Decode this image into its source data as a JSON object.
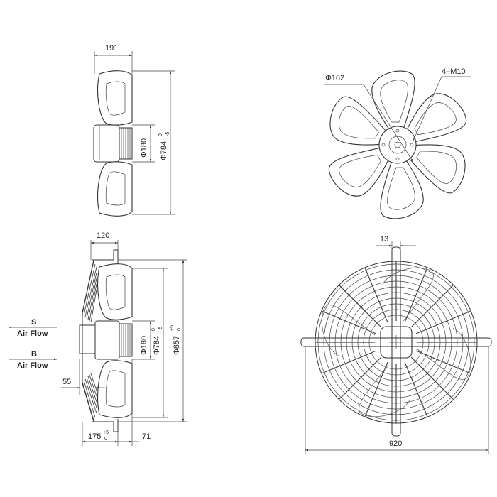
{
  "side_view_top": {
    "depth": "191",
    "hub_dia": "Φ180",
    "overall_dia": "Φ784",
    "tol_upper": "0",
    "tol_lower": "-5"
  },
  "front_view_top": {
    "hub_dia": "Φ162",
    "bolts": "4–M10"
  },
  "side_view_bottom": {
    "depth": "120",
    "hub_dia": "Φ180",
    "fan_dia": "Φ784",
    "fan_tol_upper": "0",
    "fan_tol_lower": "-5",
    "guard_dia": "Φ857",
    "guard_tol_upper": "+5",
    "guard_tol_lower": "0",
    "flange": "55",
    "mount_depth": "175",
    "mount_tol_upper": "+5",
    "mount_tol_lower": "0",
    "rear": "71"
  },
  "airflow": {
    "s_label": "S",
    "b_label": "B",
    "text": "Air Flow"
  },
  "front_view_bottom": {
    "rod_width": "13",
    "overall_width": "920"
  }
}
